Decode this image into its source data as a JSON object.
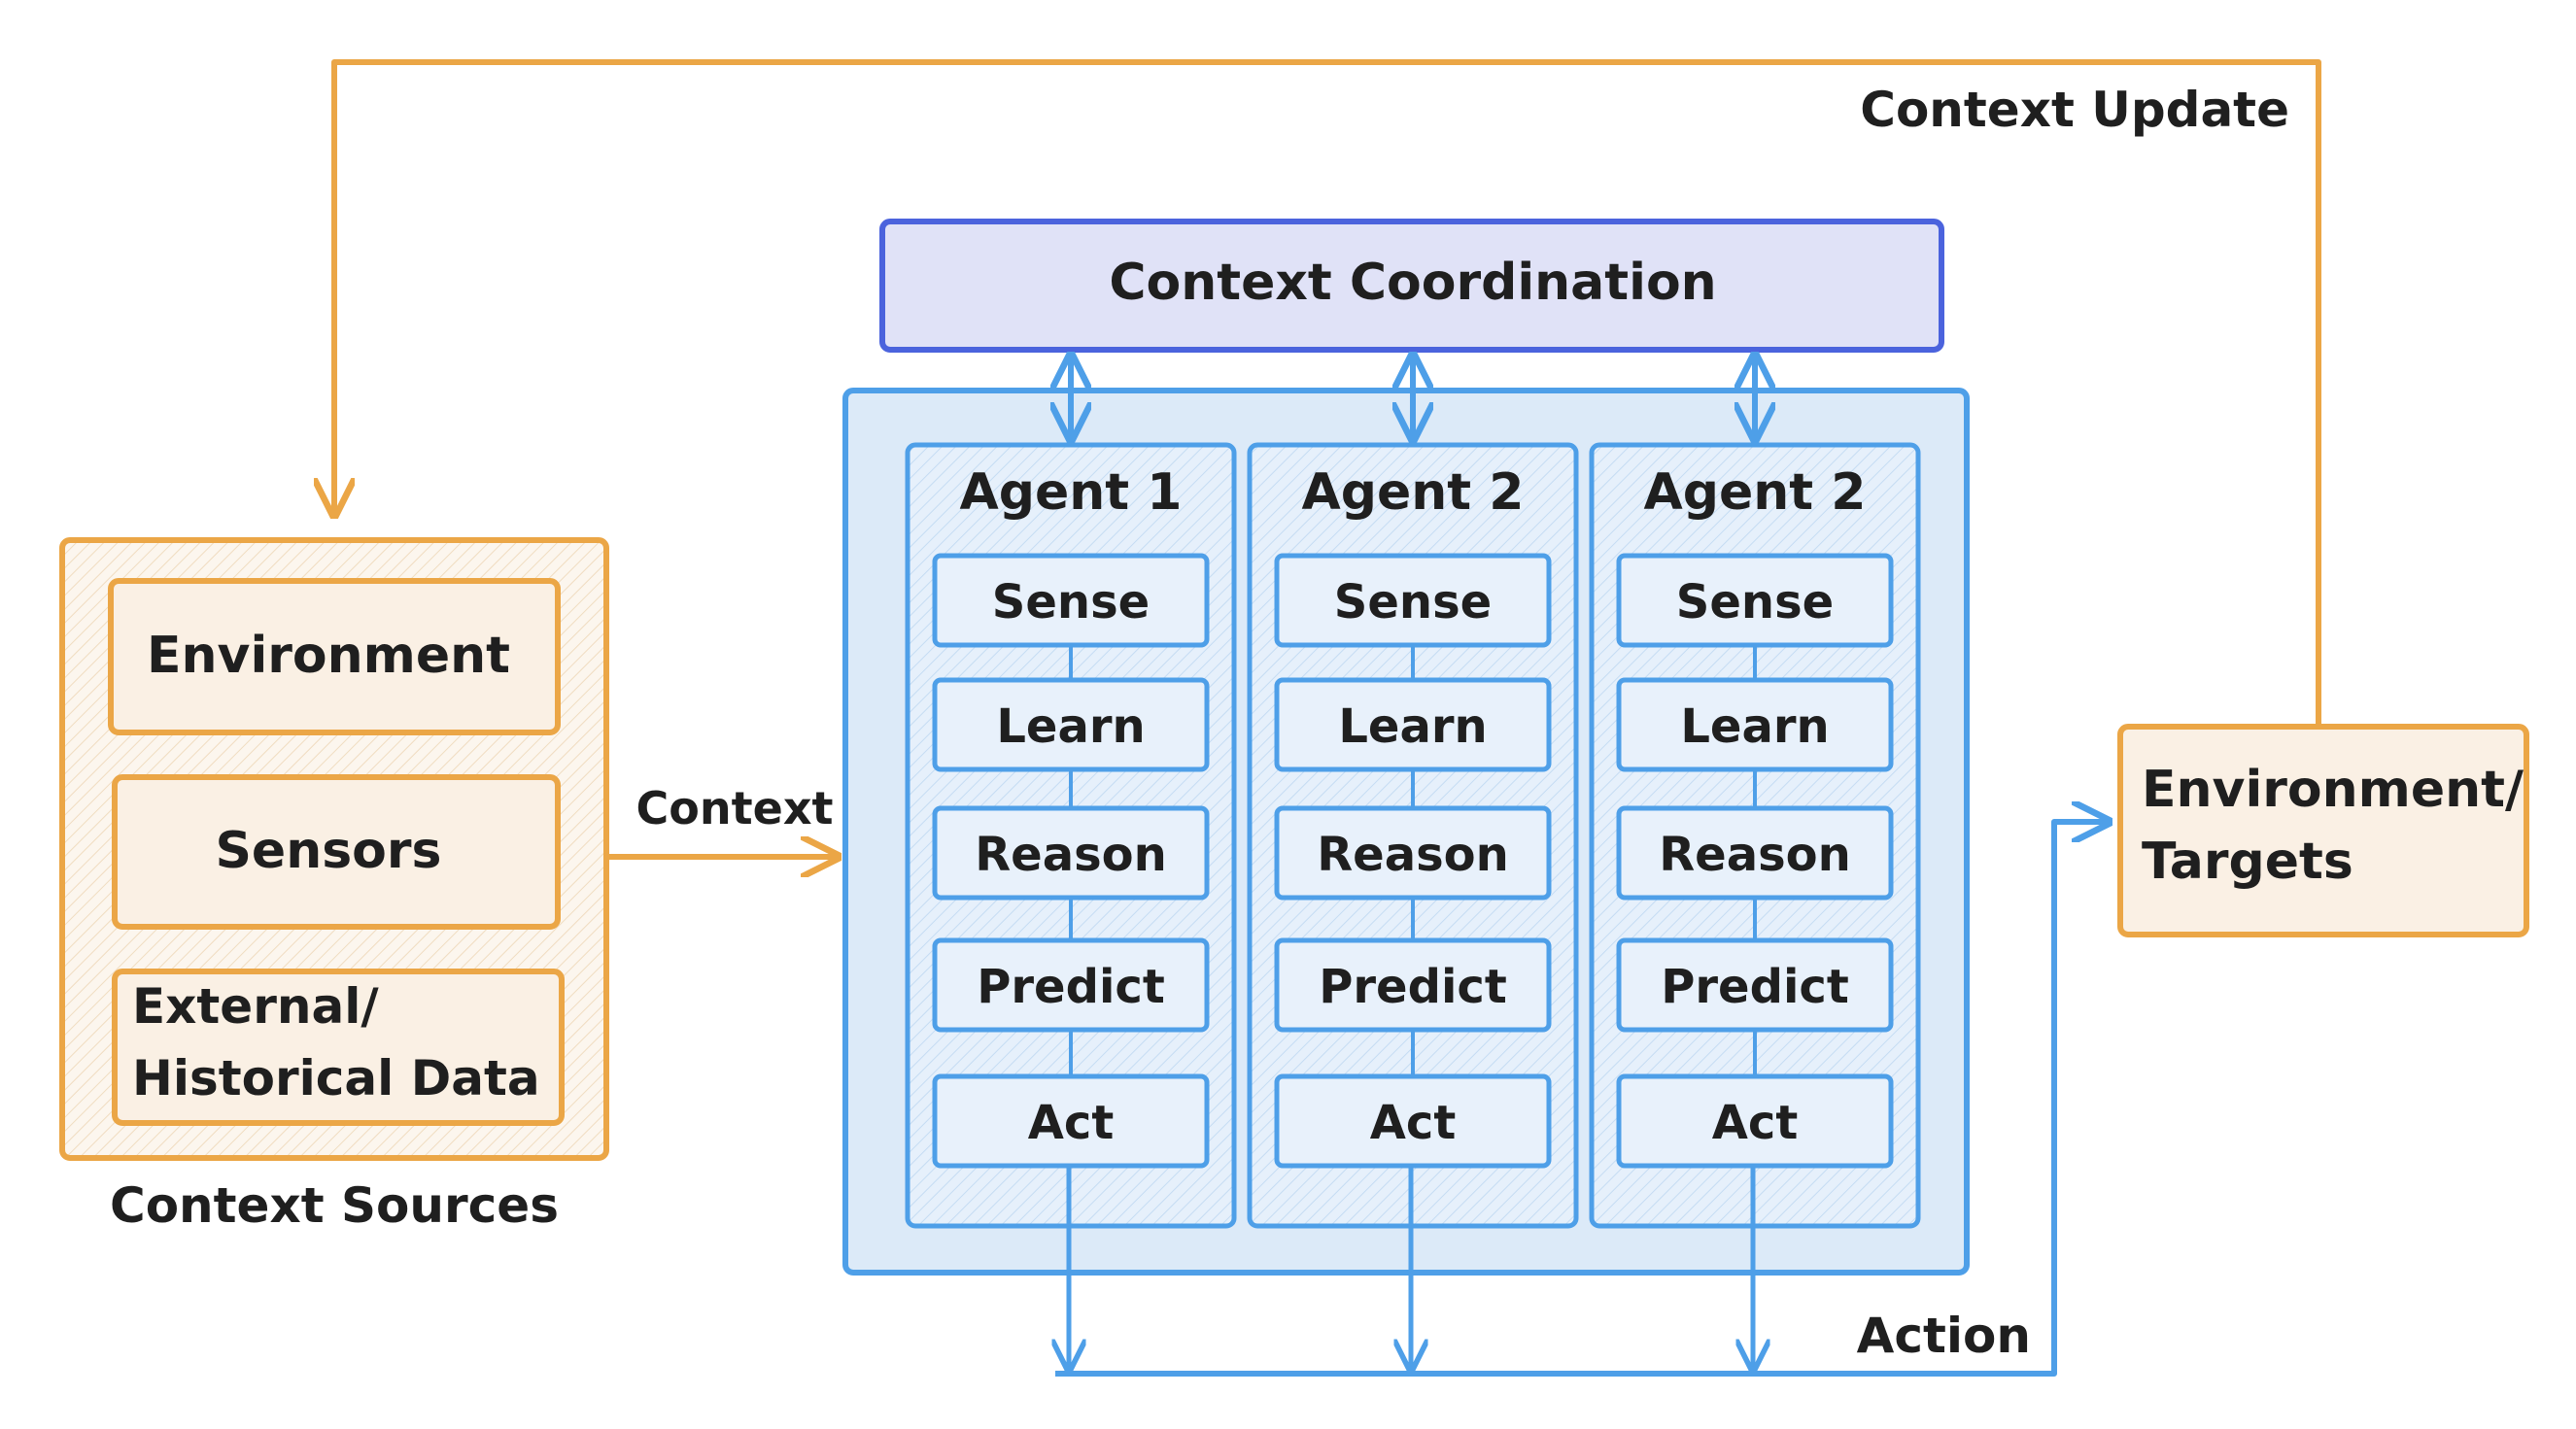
{
  "colors": {
    "orange_stroke": "#EBA646",
    "orange_fill": "#FAF0E4",
    "blue_stroke": "#4E9FE8",
    "blue_fill": "#DCEAF8",
    "blue_inner_fill": "#E8F1FB",
    "coord_stroke": "#4B63DD",
    "coord_fill": "#E0E2F7",
    "text": "#1f1f1f"
  },
  "labels": {
    "context_update": "Context Update",
    "context": "Context",
    "context_sources": "Context Sources",
    "action": "Action",
    "context_coordination": "Context Coordination"
  },
  "context_sources": {
    "items": [
      "Environment",
      "Sensors",
      "External/",
      "Historical Data"
    ]
  },
  "target": {
    "line1": "Environment/",
    "line2": "Targets"
  },
  "agents": [
    {
      "title": "Agent 1",
      "steps": [
        "Sense",
        "Learn",
        "Reason",
        "Predict",
        "Act"
      ]
    },
    {
      "title": "Agent 2",
      "steps": [
        "Sense",
        "Learn",
        "Reason",
        "Predict",
        "Act"
      ]
    },
    {
      "title": "Agent 2",
      "steps": [
        "Sense",
        "Learn",
        "Reason",
        "Predict",
        "Act"
      ]
    }
  ]
}
